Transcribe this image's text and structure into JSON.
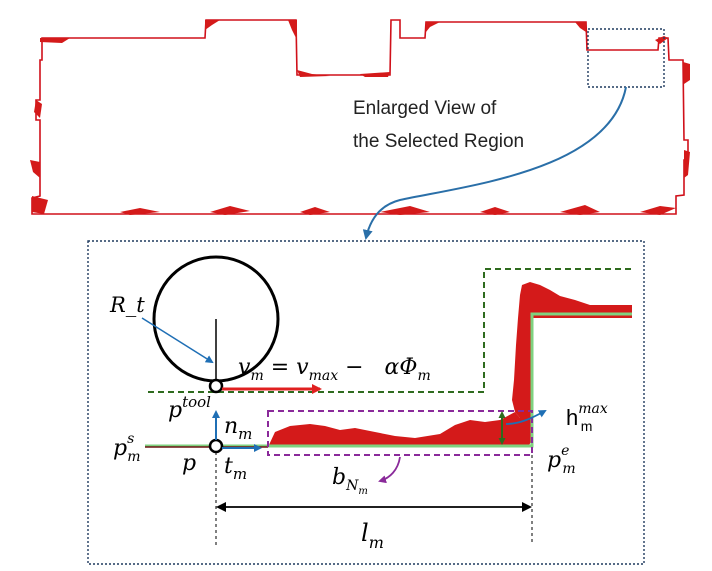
{
  "top_caption": {
    "line1": "Enlarged View of",
    "line2": "the Selected Region"
  },
  "labels": {
    "radius": "R_t",
    "velocity_eq": {
      "v": "v",
      "v_sub": "m",
      "eq": " = ",
      "v2": "v",
      "v2_sub": "max",
      "minus": " − ",
      "alpha_phi": "αΦ",
      "phi_sub": "m"
    },
    "p_tool": {
      "base": "p",
      "sup": "tool"
    },
    "n_m": {
      "base": "n",
      "sub": "m"
    },
    "t_m": {
      "base": "t",
      "sub": "m"
    },
    "p": "p",
    "p_start": {
      "base": "p",
      "sub": "m",
      "sup": "s"
    },
    "p_end": {
      "base": "p",
      "sub": "m",
      "sup": "e"
    },
    "b_nm": {
      "base": "b",
      "sub": "N",
      "subsub": "m"
    },
    "h_max": {
      "base": "h",
      "sub": "m",
      "sup": "max"
    },
    "l_m": {
      "base": "l",
      "sub": "m"
    }
  },
  "colors": {
    "outline_red": "#d0101a",
    "material_red": "#d41a1a",
    "path_green": "#7fd17f",
    "offset_dark_green": "#2e6b1e",
    "box_purple": "#8a2a9a",
    "arrow_blue": "#1f6fb5",
    "connector_blue": "#2a6fa8",
    "velocity_red": "#e02020",
    "frame_navy": "#1f3a5f"
  },
  "icons": {
    "tool": "circle-tool-icon",
    "connector": "curved-arrow-icon"
  }
}
